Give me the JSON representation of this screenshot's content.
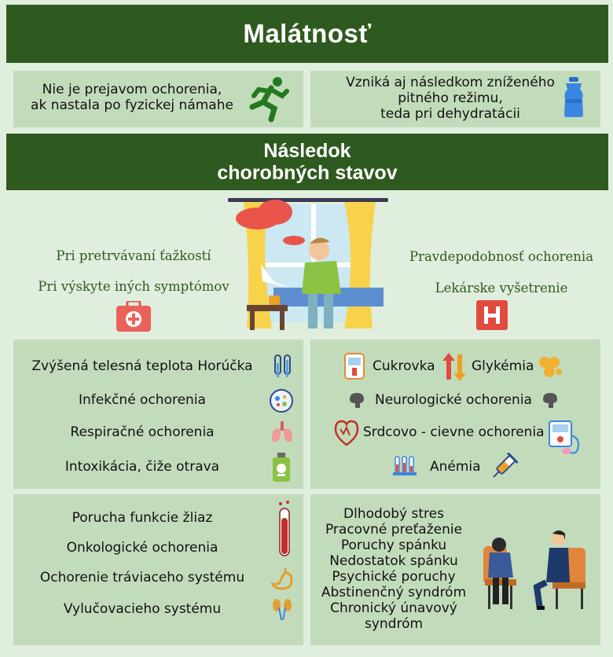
{
  "title": "Malátnosť",
  "top_left": {
    "line1": "Nie je prejavom ochorenia,",
    "line2": "ak nastala po fyzickej námahe",
    "icon": "running-person-icon"
  },
  "top_right": {
    "line1": "Vzniká aj následkom zníženého",
    "line2": "pitného režimu,",
    "line3": "teda pri dehydratácii",
    "icon": "water-bottle-icon"
  },
  "subtitle": {
    "line1": "Následok",
    "line2": "chorobných stavov"
  },
  "middle": {
    "left": [
      "Pri pretrvávaní ťažkostí",
      "Pri výskyte iných symptómov"
    ],
    "right": [
      "Pravdepodobnosť ochorenia",
      "Lekárske vyšetrenie"
    ],
    "left_icon": "first-aid-kit-icon",
    "right_icon": "hospital-sign-icon"
  },
  "grid_left_1": [
    {
      "label": "Zvýšená telesná teplota Horúčka",
      "icon": "thermometer-icon"
    },
    {
      "label": "Infekčné ochorenia",
      "icon": "bacteria-icon"
    },
    {
      "label": "Respiračné ochorenia",
      "icon": "lungs-icon"
    },
    {
      "label": "Intoxikácia, čiže otrava",
      "icon": "poison-bottle-icon"
    }
  ],
  "grid_right_1": {
    "row1": {
      "label_a": "Cukrovka",
      "label_b": "Glykémia"
    },
    "row2": "Neurologické ochorenia",
    "row3": "Srdcovo - cievne ochorenia",
    "row4": "Anémia"
  },
  "grid_left_2": [
    {
      "label": "Porucha funkcie žliaz",
      "icon": "blood-tube-icon"
    },
    {
      "label": "Onkologické ochorenia",
      "icon": ""
    },
    {
      "label": "Ochorenie tráviaceho systému",
      "icon": "stomach-icon"
    },
    {
      "label": "Vylučovacieho systému",
      "icon": "kidneys-icon"
    }
  ],
  "grid_right_2": [
    "Dlhodobý stres",
    "Pracovné preťaženie",
    "Poruchy spánku",
    "Nedostatok spánku",
    "Psychické poruchy",
    "Abstinenčný syndróm",
    "Chronický únavový",
    "syndróm"
  ],
  "colors": {
    "dark_green": "#2f5a1f",
    "panel": "#c2dcbb",
    "background": "#dfeedd",
    "red": "#e04b3f"
  }
}
